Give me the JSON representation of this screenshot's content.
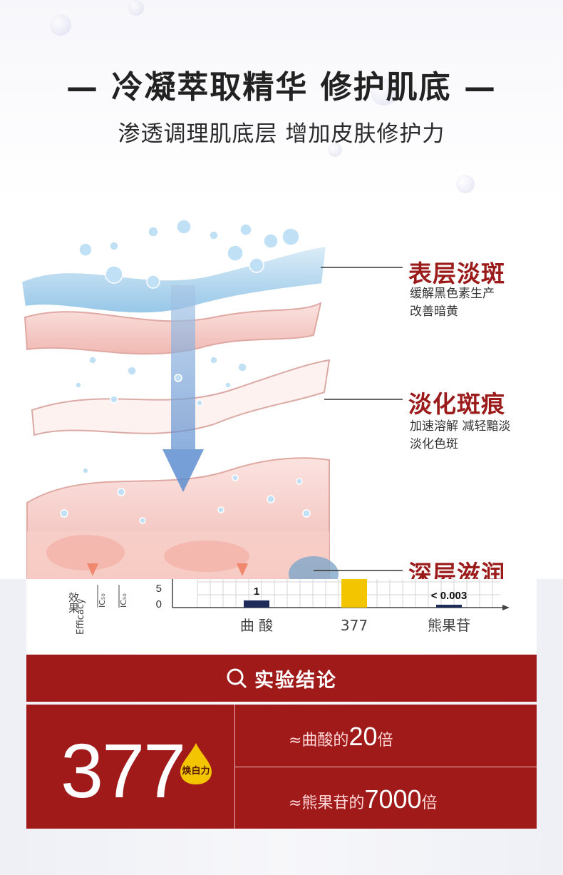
{
  "header": {
    "title": "— 冷凝萃取精华 修护肌底 —",
    "subtitle": "渗透调理肌底层 增加皮肤修护力"
  },
  "callouts": [
    {
      "title": "表层淡斑",
      "lines": [
        "缓解黑色素生产",
        "改善暗黄"
      ]
    },
    {
      "title": "淡化斑痕",
      "lines": [
        "加速溶解 减轻黯淡",
        "淡化色斑"
      ]
    },
    {
      "title": "深层滋润",
      "lines": []
    }
  ],
  "chart_data": {
    "type": "bar",
    "categories": [
      "曲 酸",
      "377",
      "熊果苷"
    ],
    "data_labels": [
      "1",
      "",
      "< 0.003"
    ],
    "colors": [
      "#1e2a5a",
      "#f2c500",
      "#1e2a5a"
    ],
    "yticks": [
      "5",
      "0"
    ],
    "ylabel": "效果",
    "ylabel_partial": "Efficacy",
    "ic_partial": [
      "IC₅₀",
      "IC₅₀"
    ]
  },
  "conclusion": {
    "title": "实验结论",
    "big_number": "377",
    "badge": "焕白力",
    "comparisons": [
      {
        "prefix": "≈曲酸的",
        "value": "20",
        "suffix": "倍"
      },
      {
        "prefix": "≈熊果苷的",
        "value": "7000",
        "suffix": "倍"
      }
    ]
  },
  "colors": {
    "brand_red": "#a01a1a",
    "callout_red": "#9b1b1b",
    "badge_yellow": "#f2c500"
  }
}
